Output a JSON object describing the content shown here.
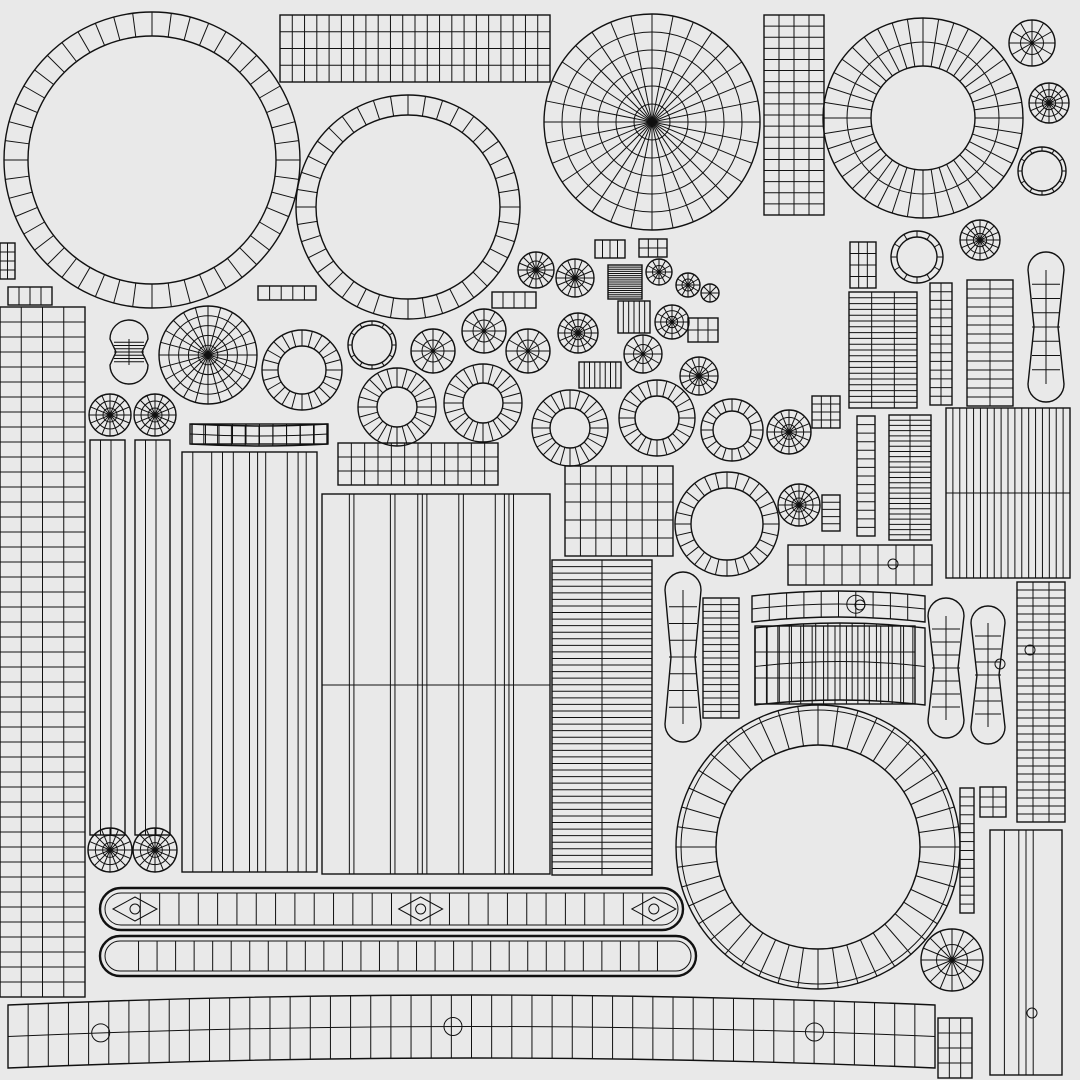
{
  "uv_layout": {
    "background_color": "#e9e9e9",
    "line_color": "#111111",
    "islands": {
      "rings": 14,
      "radial_discs": 20,
      "grid_strips": 30,
      "capsules": 2,
      "arc_bands": 4
    }
  }
}
